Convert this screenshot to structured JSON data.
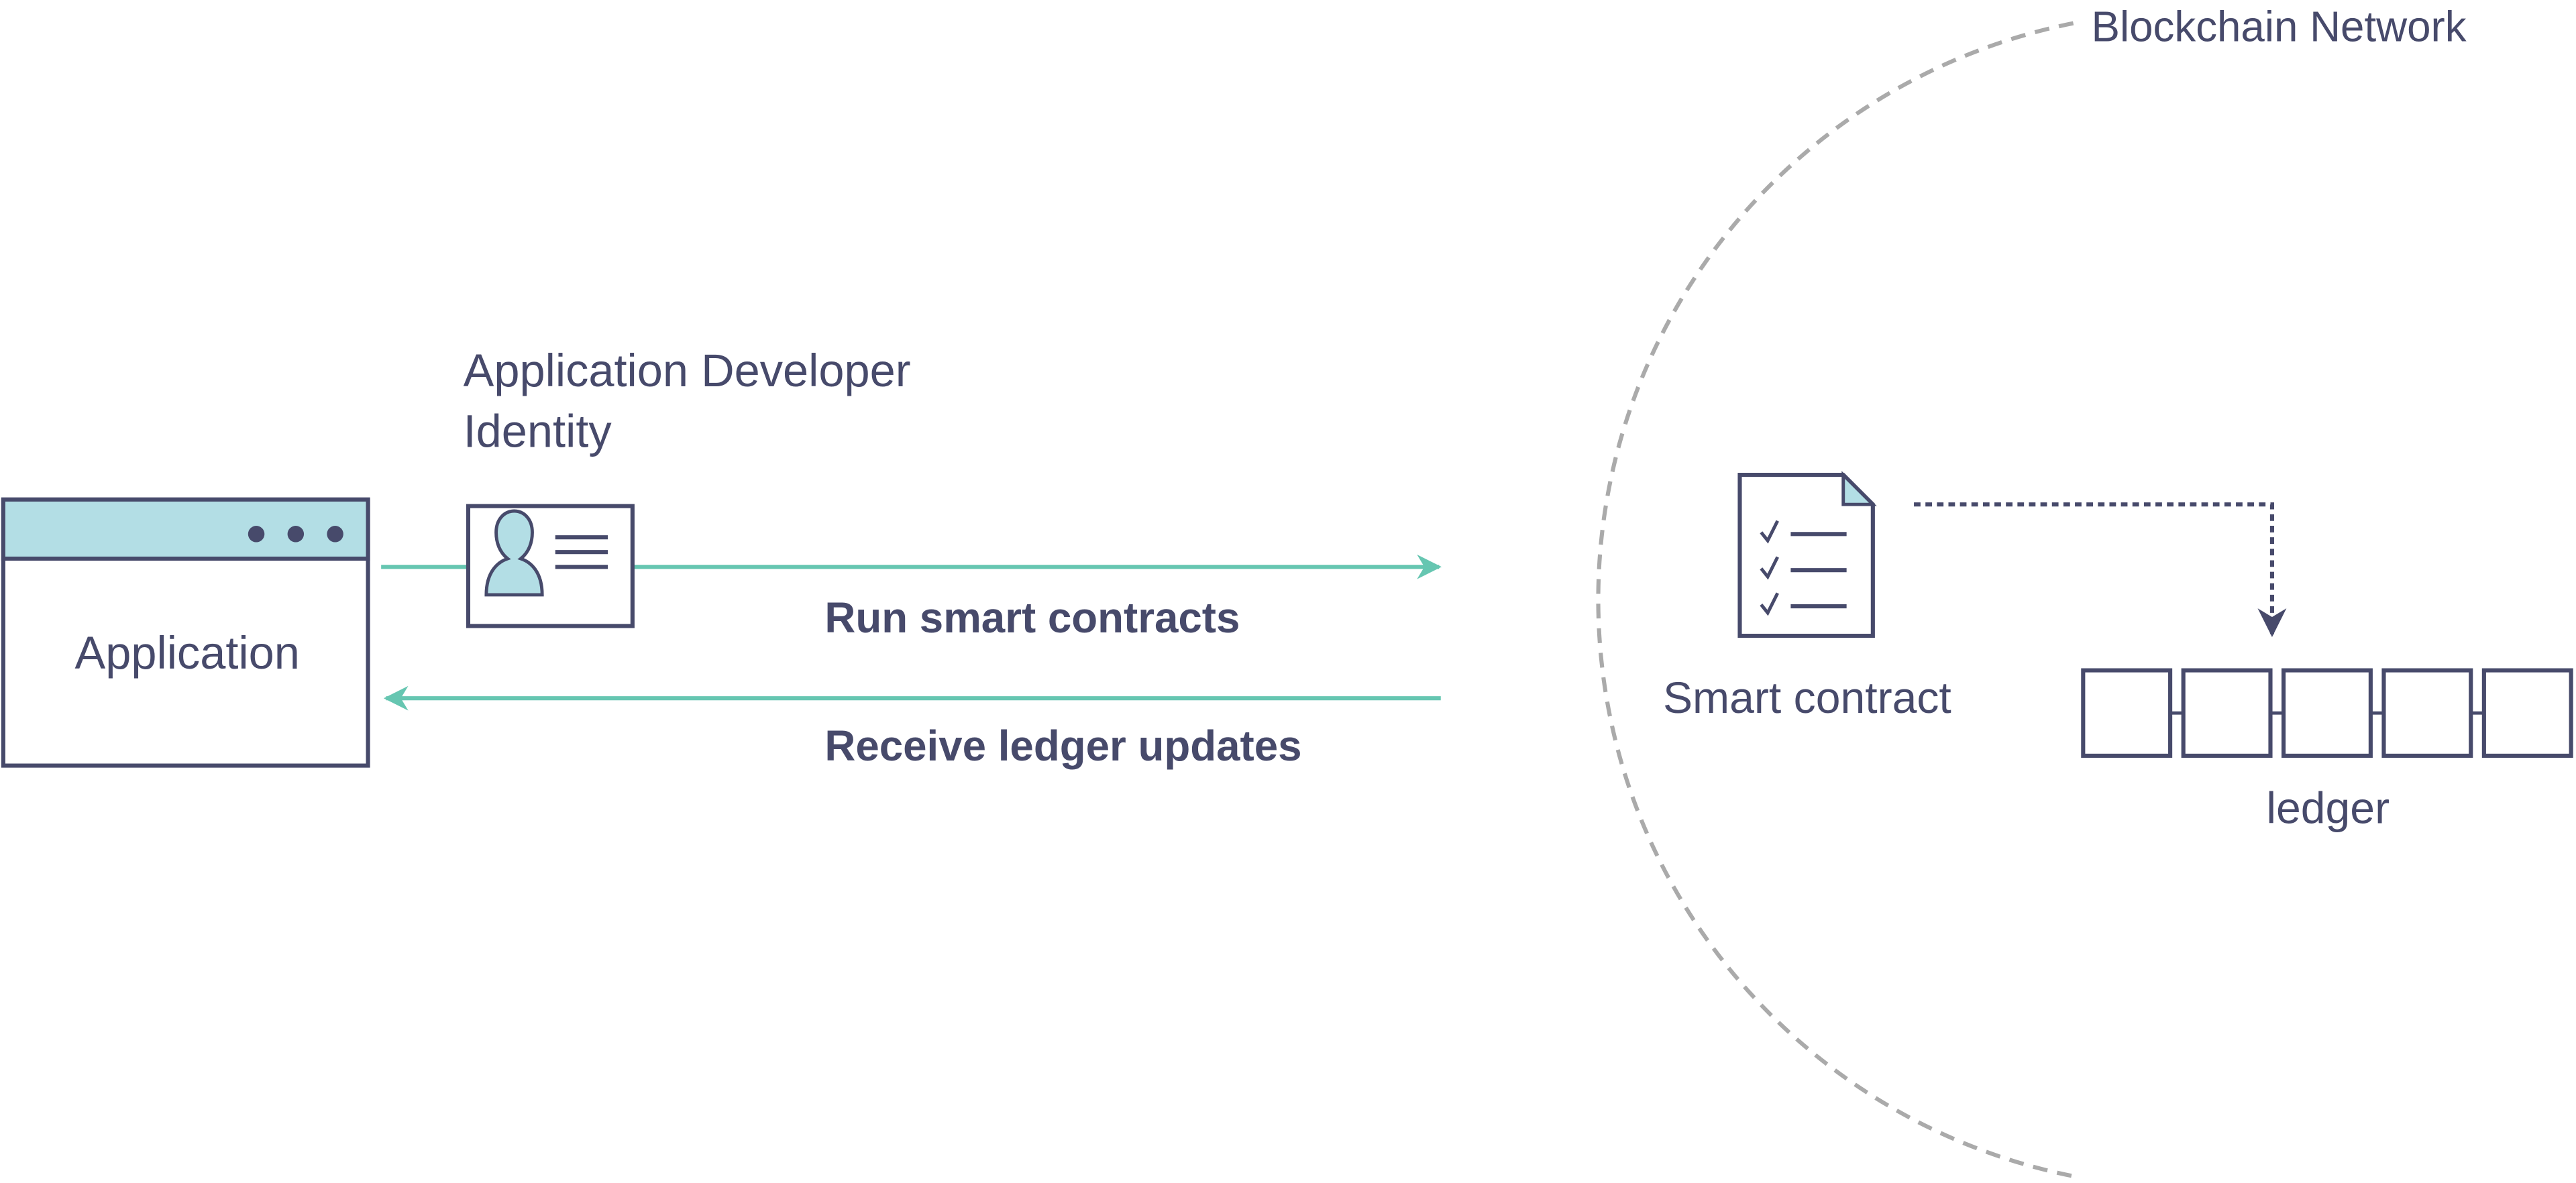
{
  "labels": {
    "network": "Blockchain Network",
    "identity_line1": "Application Developer",
    "identity_line2": "Identity",
    "application": "Application",
    "run": "Run smart contracts",
    "receive": "Receive ledger updates",
    "smart_contract": "Smart contract",
    "ledger": "ledger"
  },
  "ledger_blocks": 5,
  "colors": {
    "ink": "#474a6b",
    "teal": "#66c6b1",
    "light_blue": "#b3dee5",
    "dashed": "#aaaaaa"
  }
}
